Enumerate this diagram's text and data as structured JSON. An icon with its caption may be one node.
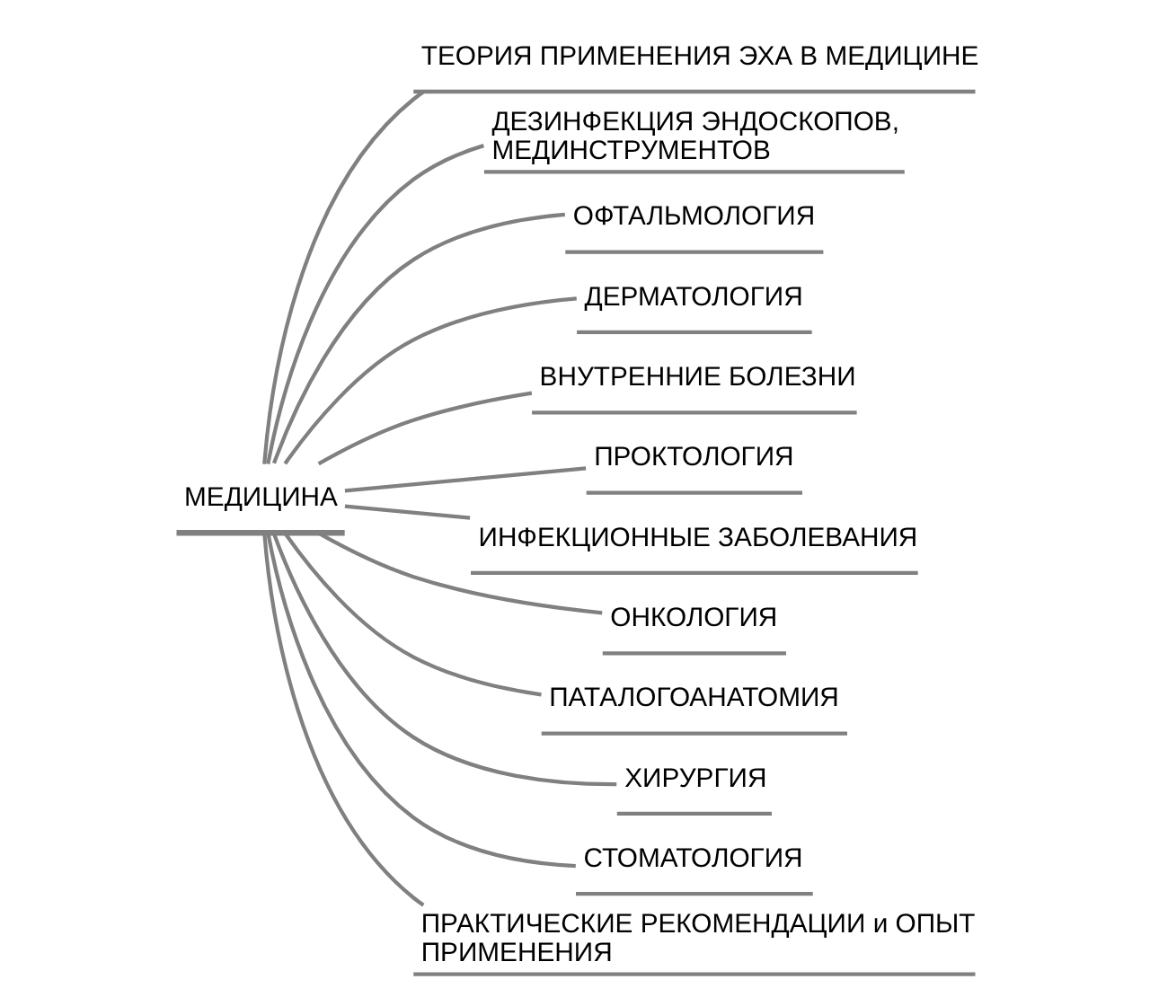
{
  "diagram": {
    "nodes": [
      {
        "text": [
          "МЕДИЦИНА"
        ]
      },
      {
        "text": [
          "ТЕОРИЯ ПРИМЕНЕНИЯ ЭХА В МЕДИЦИНЕ"
        ]
      },
      {
        "text": [
          "ДЕЗИНФЕКЦИЯ ЭНДОСКОПОВ, МЕДИНСТРУМЕНТОВ"
        ]
      },
      {
        "text": [
          "ОФТАЛЬМОЛОГИЯ"
        ]
      },
      {
        "text": [
          "ДЕРМАТОЛОГИЯ"
        ]
      },
      {
        "text": [
          "ВНУТРЕННИЕ БОЛЕЗНИ"
        ]
      },
      {
        "text": [
          "ПРОКТОЛОГИЯ"
        ]
      },
      {
        "text": [
          "ИНФЕКЦИОННЫЕ ЗАБОЛЕВАНИЯ"
        ]
      },
      {
        "text": [
          "ОНКОЛОГИЯ"
        ]
      },
      {
        "text": [
          "ПАТАЛОГОАНАТОМИЯ"
        ]
      },
      {
        "text": [
          "ХИРУРГИЯ"
        ]
      },
      {
        "text": [
          "СТОМАТОЛОГИЯ"
        ]
      },
      {
        "text": [
          "ПРАКТИЧЕСКИЕ РЕКОМЕНДАЦИИ и ОПЫТ ПРИМЕНЕНИЯ"
        ]
      }
    ],
    "edges": [
      {
        "from": 0,
        "to": 1,
        "arrow": "none"
      },
      {
        "from": 0,
        "to": 2,
        "arrow": "none"
      },
      {
        "from": 0,
        "to": 3,
        "arrow": "none"
      },
      {
        "from": 0,
        "to": 4,
        "arrow": "none"
      },
      {
        "from": 0,
        "to": 5,
        "arrow": "none"
      },
      {
        "from": 0,
        "to": 6,
        "arrow": "none"
      },
      {
        "from": 0,
        "to": 7,
        "arrow": "none"
      },
      {
        "from": 0,
        "to": 8,
        "arrow": "none"
      },
      {
        "from": 0,
        "to": 9,
        "arrow": "none"
      },
      {
        "from": 0,
        "to": 10,
        "arrow": "none"
      },
      {
        "from": 0,
        "to": 11,
        "arrow": "none"
      },
      {
        "from": 0,
        "to": 12,
        "arrow": "none"
      }
    ]
  }
}
